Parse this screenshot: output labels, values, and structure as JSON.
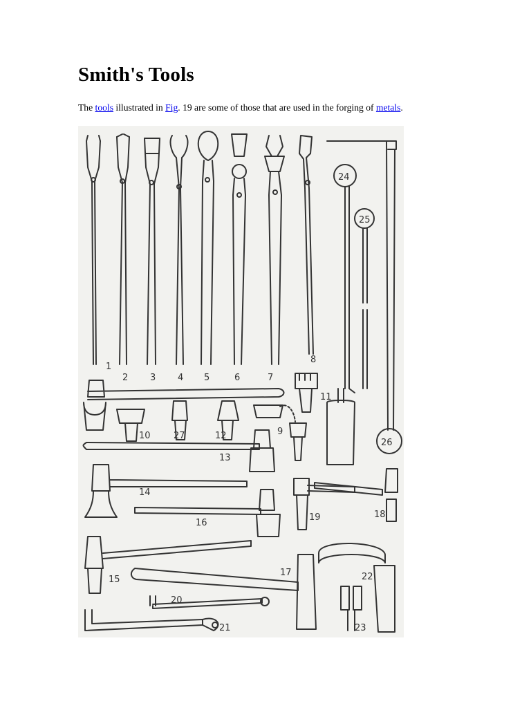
{
  "page": {
    "title": "Smith's Tools",
    "intro": {
      "t1": "The ",
      "link_tools": "tools",
      "t2": " illustrated in ",
      "link_fig": "Fig",
      "t3": ". 19 are some of those that are used in the forging of ",
      "link_metals": "metals",
      "t4": "."
    }
  },
  "figure": {
    "labels": [
      "1",
      "2",
      "3",
      "4",
      "5",
      "6",
      "7",
      "8",
      "9",
      "10",
      "11",
      "12",
      "13",
      "14",
      "15",
      "16",
      "17",
      "18",
      "19",
      "20",
      "21",
      "22",
      "23",
      "24",
      "25",
      "26",
      "27"
    ]
  },
  "colors": {
    "link": "#0000ee",
    "figure_bg": "#f2f2ef",
    "ink": "#333333"
  }
}
